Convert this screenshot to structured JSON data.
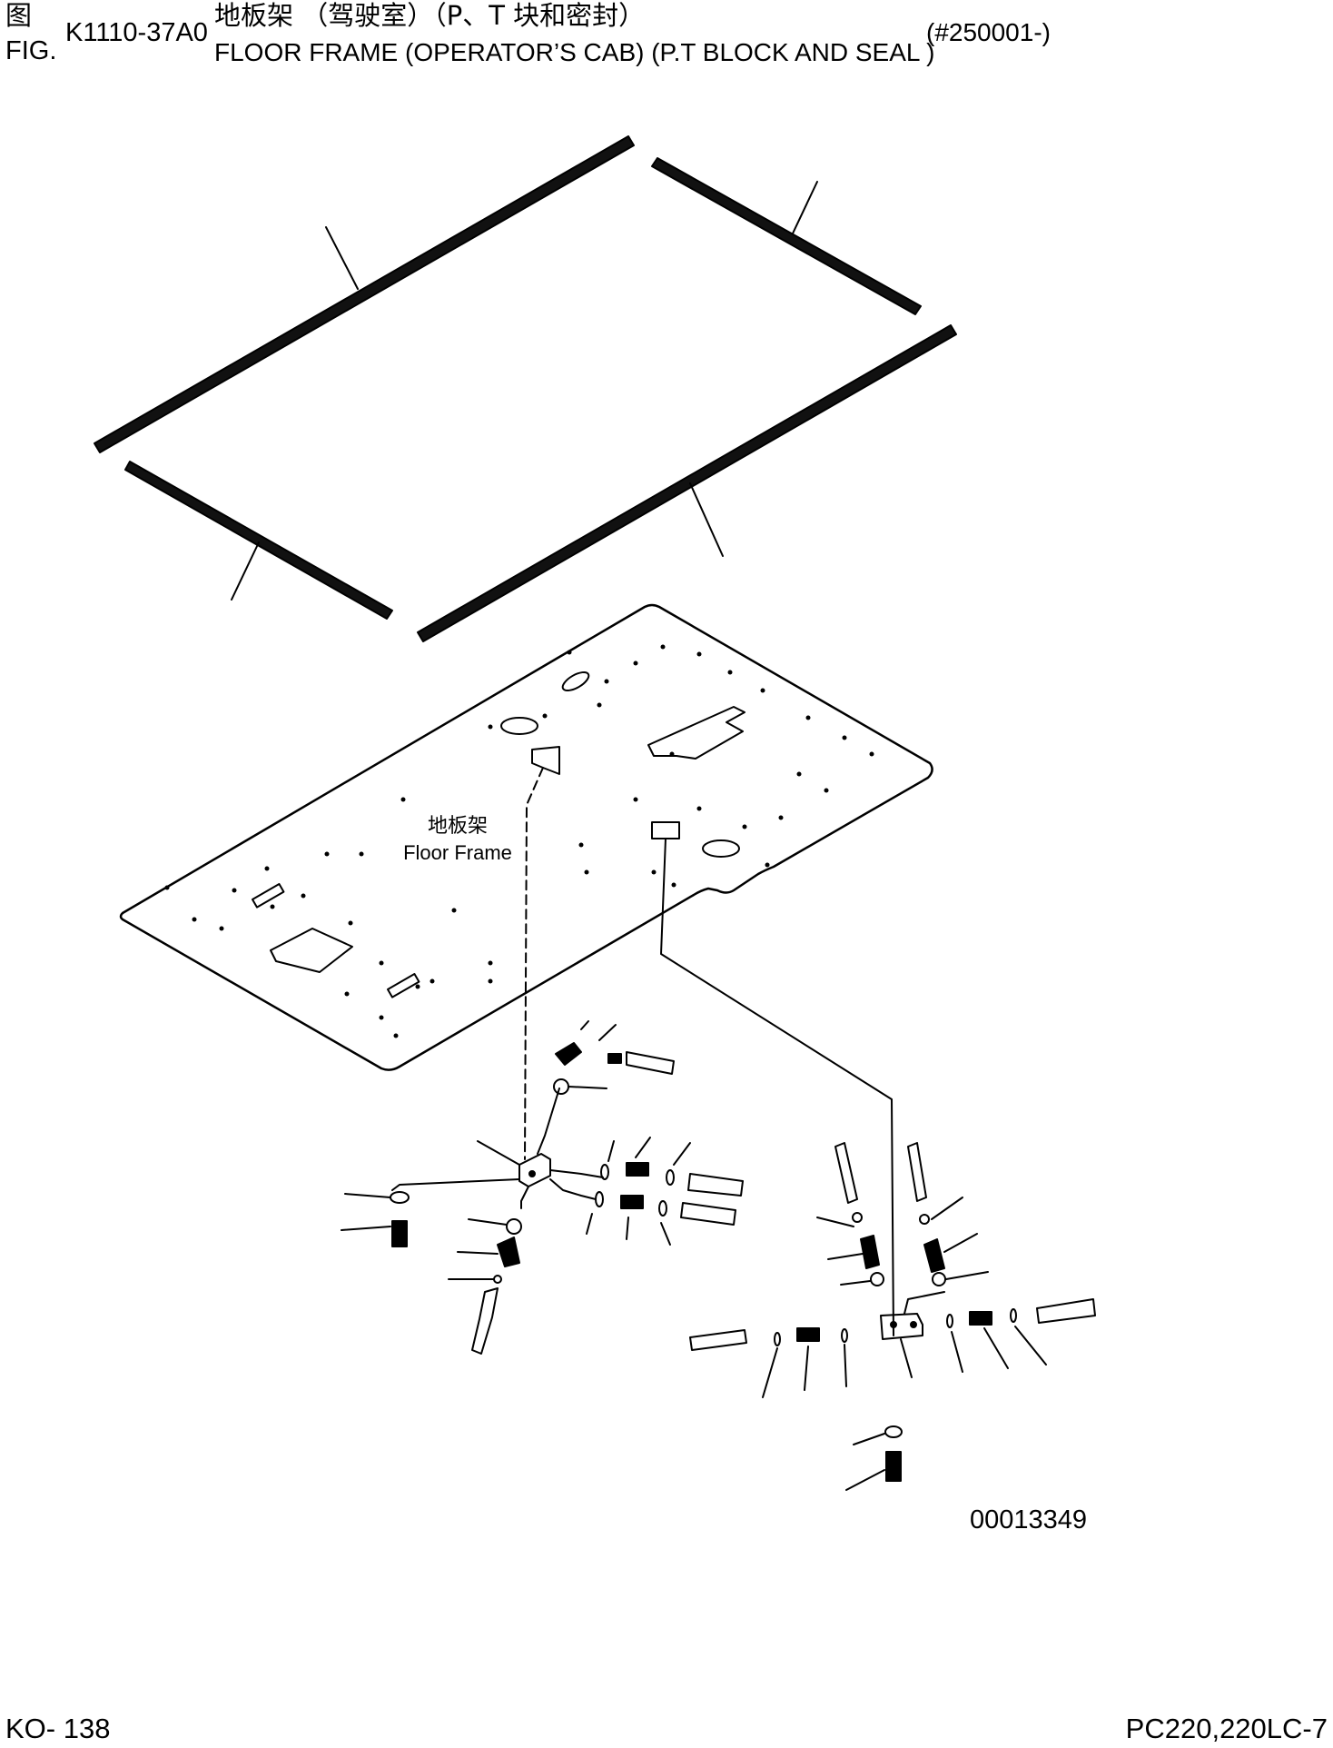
{
  "header": {
    "fig_cn": "图",
    "fig_en": "FIG.",
    "fig_number": "K1110-37A0",
    "title_cn": "地板架 （驾驶室）（P、T 块和密封）",
    "title_en": "FLOOR FRAME (OPERATOR’S CAB) (P.T BLOCK AND SEAL )",
    "serial": "(#250001-)"
  },
  "drawing": {
    "frame_label_cn": "地板架",
    "frame_label_en": "Floor Frame",
    "image_code": "00013349"
  },
  "footer": {
    "page": "KO- 138",
    "model": "PC220,220LC-7"
  }
}
